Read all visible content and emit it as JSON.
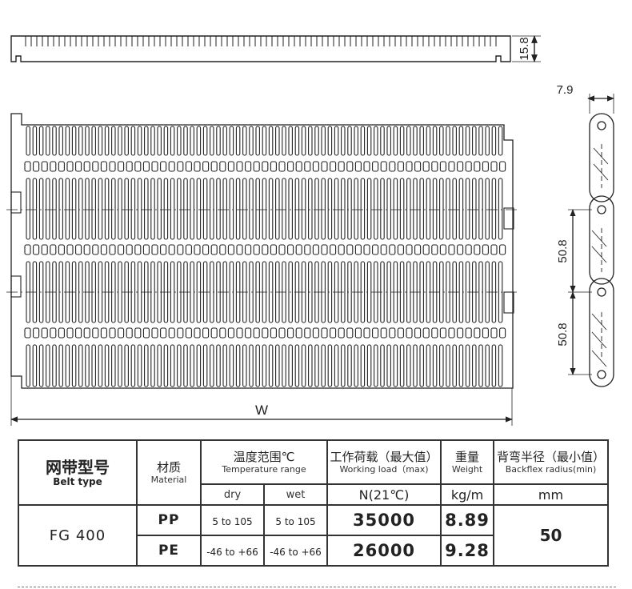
{
  "dimensions": {
    "thickness": "15.8",
    "pitch_top": "7.9",
    "pitch_1": "50.8",
    "pitch_2": "50.8",
    "width": "W"
  },
  "table": {
    "belt_type_zh": "网带型号",
    "belt_type_en": "Belt type",
    "material_zh": "材质",
    "material_en": "Material",
    "temp_zh": "温度范围℃",
    "temp_en": "Temperature range",
    "temp_dry": "dry",
    "temp_wet": "wet",
    "load_zh": "工作荷载（最大值）",
    "load_en": "Working load（max)",
    "load_unit": "N(21℃)",
    "weight_zh": "重量",
    "weight_en": "Weight",
    "weight_unit": "kg/m",
    "backflex_zh": "背弯半径（最小值）",
    "backflex_en": "Backflex radius(min)",
    "backflex_unit": "mm",
    "model": "FG 400",
    "backflex_value": "50",
    "rows": [
      {
        "material": "PP",
        "dry": "5 to 105",
        "wet": "5 to 105",
        "load": "35000",
        "weight": "8.89"
      },
      {
        "material": "PE",
        "dry": "-46 to +66",
        "wet": "-46 to +66",
        "load": "26000",
        "weight": "9.28"
      }
    ]
  },
  "colors": {
    "line": "#222222",
    "background": "#ffffff"
  }
}
